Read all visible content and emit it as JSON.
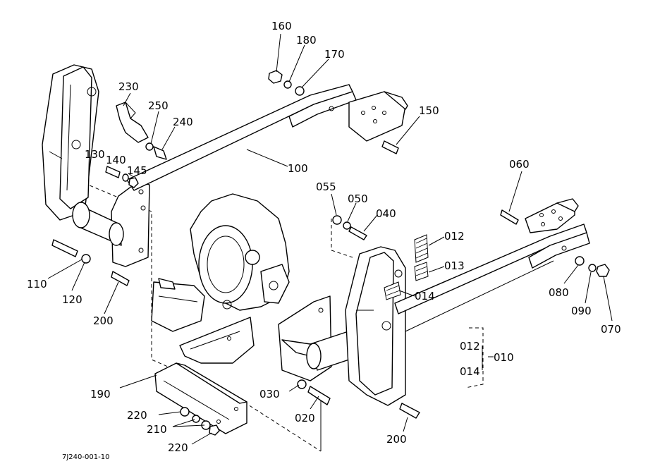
{
  "drawing_ref": "7J240-001-10",
  "callouts": [
    {
      "id": "c160",
      "text": "160"
    },
    {
      "id": "c180",
      "text": "180"
    },
    {
      "id": "c170",
      "text": "170"
    },
    {
      "id": "c150",
      "text": "150"
    },
    {
      "id": "c230",
      "text": "230"
    },
    {
      "id": "c250",
      "text": "250"
    },
    {
      "id": "c240",
      "text": "240"
    },
    {
      "id": "c100",
      "text": "100"
    },
    {
      "id": "c130",
      "text": "130"
    },
    {
      "id": "c140",
      "text": "140"
    },
    {
      "id": "c145",
      "text": "145"
    },
    {
      "id": "c060",
      "text": "060"
    },
    {
      "id": "c055",
      "text": "055"
    },
    {
      "id": "c050",
      "text": "050"
    },
    {
      "id": "c040",
      "text": "040"
    },
    {
      "id": "c012a",
      "text": "012"
    },
    {
      "id": "c013",
      "text": "013"
    },
    {
      "id": "c014a",
      "text": "014"
    },
    {
      "id": "c110",
      "text": "110"
    },
    {
      "id": "c120",
      "text": "120"
    },
    {
      "id": "c200a",
      "text": "200"
    },
    {
      "id": "c080",
      "text": "080"
    },
    {
      "id": "c090",
      "text": "090"
    },
    {
      "id": "c070",
      "text": "070"
    },
    {
      "id": "c012b",
      "text": "012"
    },
    {
      "id": "c010",
      "text": "010"
    },
    {
      "id": "c014b",
      "text": "014"
    },
    {
      "id": "c190",
      "text": "190"
    },
    {
      "id": "c030",
      "text": "030"
    },
    {
      "id": "c020",
      "text": "020"
    },
    {
      "id": "c220a",
      "text": "220"
    },
    {
      "id": "c210",
      "text": "210"
    },
    {
      "id": "c220b",
      "text": "220"
    },
    {
      "id": "c200b",
      "text": "200"
    }
  ]
}
